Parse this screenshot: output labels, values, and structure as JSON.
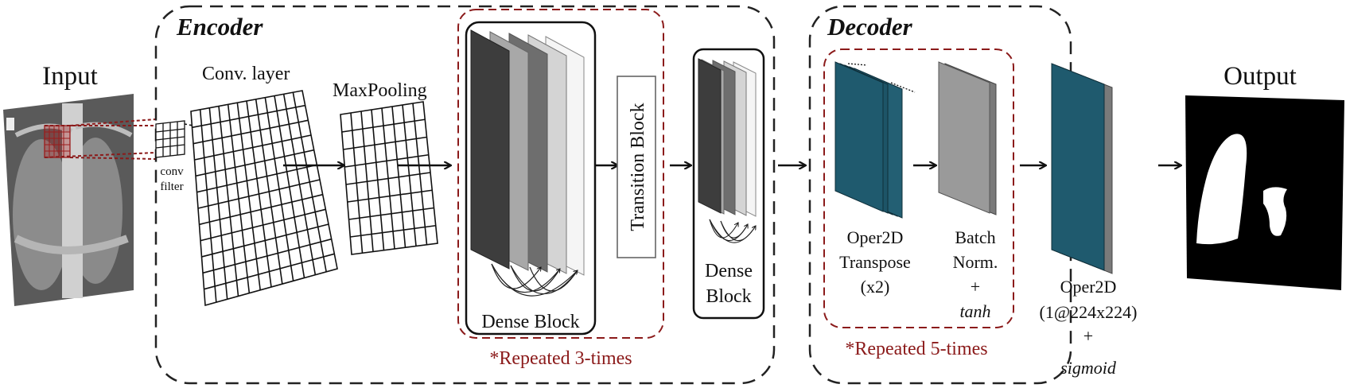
{
  "labels": {
    "input": "Input",
    "output": "Output",
    "encoder": "Encoder",
    "decoder": "Decoder",
    "conv_layer": "Conv. layer",
    "maxpooling": "MaxPooling",
    "conv_filter_1": "conv",
    "conv_filter_2": "filter",
    "dense_block": "Dense Block",
    "dense_block_small_1": "Dense",
    "dense_block_small_2": "Block",
    "transition_block": "Transition Block",
    "repeated_3": "*Repeated 3-times",
    "repeated_5": "*Repeated 5-times",
    "oper2d_transpose_1": "Oper2D",
    "oper2d_transpose_2": "Transpose",
    "oper2d_transpose_3": "(x2)",
    "batchnorm_1": "Batch",
    "batchnorm_2": "Norm.",
    "batchnorm_3": "+",
    "batchnorm_4": "tanh",
    "oper2d_out_1": "Oper2D",
    "oper2d_out_2": "(1@224x224)",
    "oper2d_out_3": "+",
    "oper2d_out_4": "sigmoid"
  },
  "colors": {
    "teal": "#1f5a6e",
    "dark_red": "#8b1a1a",
    "dense_dark": "#3d3d3d",
    "dense_mid": "#6e6e6e",
    "dense_light": "#c4c4c4",
    "gray_panel": "#8f8f8f"
  }
}
